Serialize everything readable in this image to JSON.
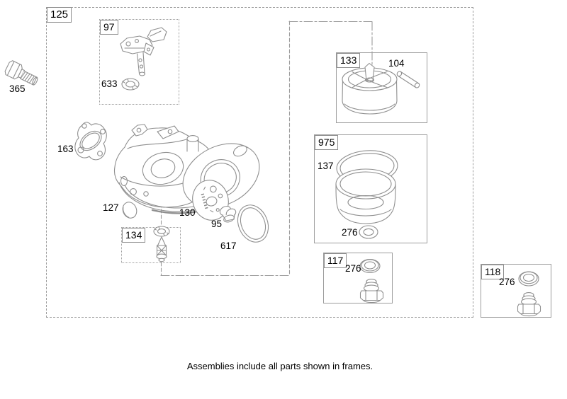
{
  "page": {
    "caption": "Assemblies include all parts shown in frames."
  },
  "frames": {
    "main": {
      "label": "125"
    },
    "float_lever": {
      "label": "97"
    },
    "float": {
      "label": "133"
    },
    "bowl_kit": {
      "label": "975"
    },
    "bolt_kit_a": {
      "label": "117"
    },
    "bolt_kit_b": {
      "label": "118"
    },
    "needle_kit": {
      "label": "134"
    }
  },
  "parts": {
    "mounting_bolt": "365",
    "lever_washer": "633",
    "gasket": "163",
    "welch_plug": "127",
    "cover_disc": "130",
    "plug_screw": "95",
    "large_oring": "617",
    "hinge_pin": "104",
    "bowl_oring": "137",
    "bowl_washer": "276",
    "bolt_washer_117": "276",
    "bolt_washer_118": "276"
  },
  "colors": {
    "line": "#8f8f8f",
    "frame": "#9c9c9c",
    "text": "#000000"
  }
}
